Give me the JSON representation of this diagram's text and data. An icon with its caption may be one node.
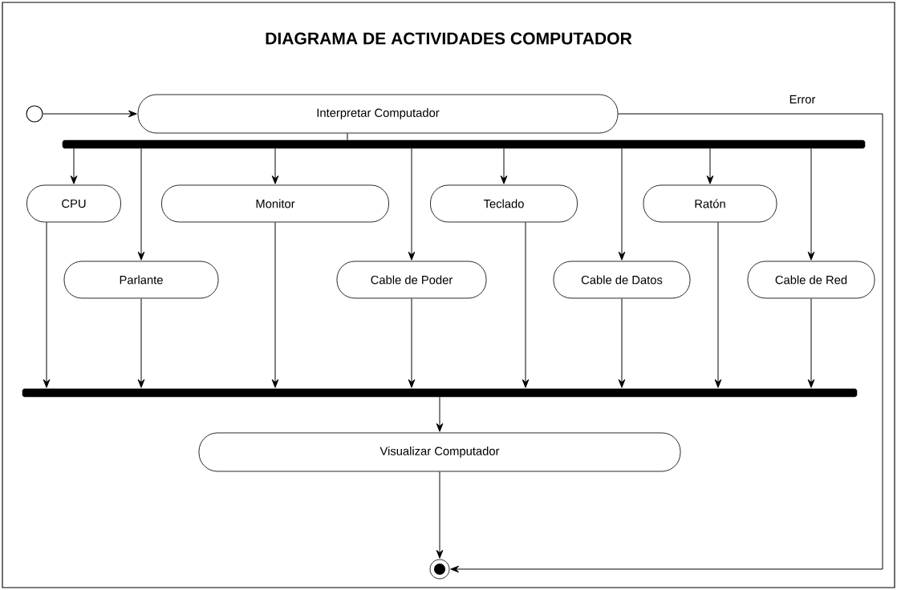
{
  "diagram": {
    "title": "DIAGRAMA DE ACTIVIDADES COMPUTADOR",
    "nodes": [
      {
        "text": [],
        "shape": "circle"
      },
      {
        "text": [
          "Interpretar Computador"
        ]
      },
      {
        "text": [],
        "shape": "bar"
      },
      {
        "text": [
          "CPU"
        ]
      },
      {
        "text": [
          "Parlante"
        ]
      },
      {
        "text": [
          "Monitor"
        ]
      },
      {
        "text": [
          "Cable de Poder"
        ]
      },
      {
        "text": [
          "Teclado"
        ]
      },
      {
        "text": [
          "Cable de Datos"
        ]
      },
      {
        "text": [
          "Ratón"
        ]
      },
      {
        "text": [
          "Cable de Red"
        ]
      },
      {
        "text": [],
        "shape": "bar"
      },
      {
        "text": [
          "Visualizar Computador"
        ]
      },
      {
        "text": [],
        "shape": "circle"
      }
    ],
    "edges": [
      {
        "from": 0,
        "to": 1,
        "arrow": "to"
      },
      {
        "from": 1,
        "to": 2,
        "arrow": "none"
      },
      {
        "from": 2,
        "to": 3,
        "arrow": "to"
      },
      {
        "from": 2,
        "to": 4,
        "arrow": "to"
      },
      {
        "from": 2,
        "to": 5,
        "arrow": "to"
      },
      {
        "from": 2,
        "to": 6,
        "arrow": "to"
      },
      {
        "from": 2,
        "to": 7,
        "arrow": "to"
      },
      {
        "from": 2,
        "to": 8,
        "arrow": "to"
      },
      {
        "from": 2,
        "to": 9,
        "arrow": "to"
      },
      {
        "from": 2,
        "to": 10,
        "arrow": "to"
      },
      {
        "from": 3,
        "to": 11,
        "arrow": "to"
      },
      {
        "from": 4,
        "to": 11,
        "arrow": "to"
      },
      {
        "from": 5,
        "to": 11,
        "arrow": "to"
      },
      {
        "from": 6,
        "to": 11,
        "arrow": "to"
      },
      {
        "from": 7,
        "to": 11,
        "arrow": "to"
      },
      {
        "from": 8,
        "to": 11,
        "arrow": "to"
      },
      {
        "from": 9,
        "to": 11,
        "arrow": "to"
      },
      {
        "from": 10,
        "to": 11,
        "arrow": "to"
      },
      {
        "from": 11,
        "to": 12,
        "arrow": "to"
      },
      {
        "from": 12,
        "to": 13,
        "arrow": "to"
      },
      {
        "from": 1,
        "to": 13,
        "arrow": "to",
        "label": "Error"
      }
    ]
  }
}
